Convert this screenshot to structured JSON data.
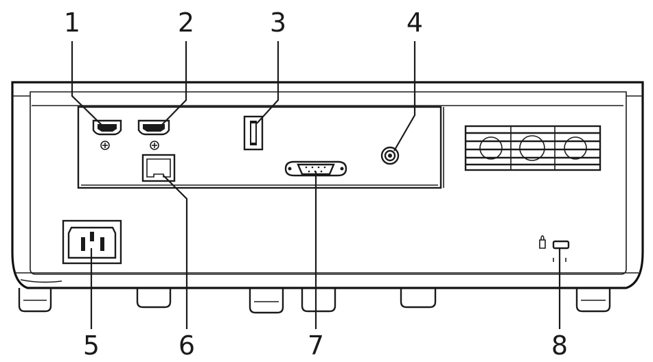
{
  "colors": {
    "line": "#1a1a1a",
    "background": "#ffffff"
  },
  "callouts": [
    {
      "label": "1",
      "part": "hdmi-port-1"
    },
    {
      "label": "2",
      "part": "hdmi-port-2"
    },
    {
      "label": "3",
      "part": "usb-port"
    },
    {
      "label": "4",
      "part": "audio-jack"
    },
    {
      "label": "5",
      "part": "ac-power-socket"
    },
    {
      "label": "6",
      "part": "lan-port"
    },
    {
      "label": "7",
      "part": "rs232-port"
    },
    {
      "label": "8",
      "part": "kensington-lock-slot"
    }
  ]
}
